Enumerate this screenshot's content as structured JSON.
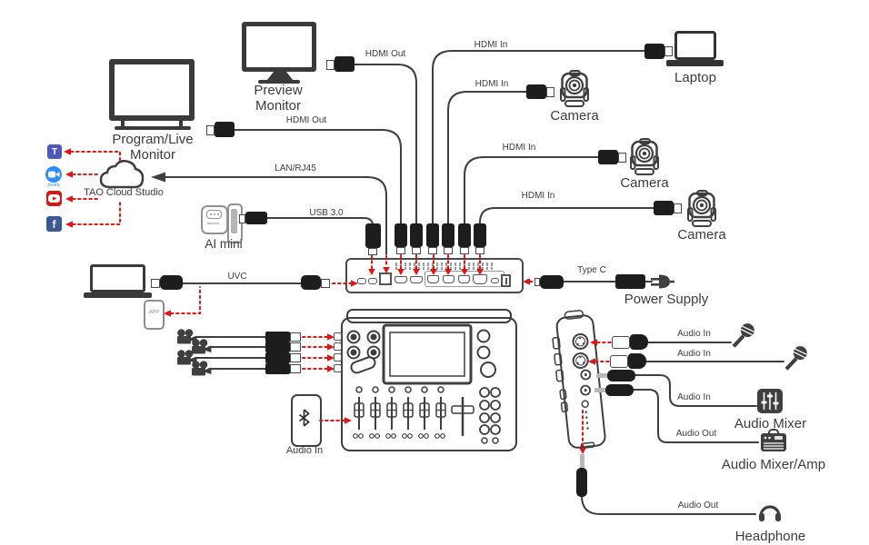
{
  "colors": {
    "line": "#3f3f3f",
    "red": "#e01414",
    "teams": "#4e58bb",
    "zoomblue": "#2d8cff",
    "youtube": "#d41717",
    "facebook": "#3b5998"
  },
  "monitors": {
    "preview": {
      "label": "Preview Monitor"
    },
    "program": {
      "label": "Program/Live Monitor"
    }
  },
  "sources": {
    "laptop": {
      "label": "Laptop"
    },
    "camera1": {
      "label": "Camera"
    },
    "camera2": {
      "label": "Camera"
    },
    "camera3": {
      "label": "Camera"
    }
  },
  "cloud": {
    "label": "TAO Cloud Studio",
    "zoom_caption": "zoom",
    "teams_glyph": "T",
    "facebook_glyph": "f"
  },
  "usb": {
    "ai_mini_label": "AI mini"
  },
  "uvc": {
    "app_label": "APP"
  },
  "power": {
    "cable_label": "Type C",
    "label": "Power Supply"
  },
  "cables": {
    "hdmi_out_preview": "HDMI Out",
    "hdmi_out_program": "HDMI Out",
    "hdmi_in_laptop": "HDMI In",
    "hdmi_in_camera1": "HDMI In",
    "hdmi_in_camera2": "HDMI In",
    "hdmi_in_camera3": "HDMI In",
    "lan": "LAN/RJ45",
    "usb3": "USB 3.0",
    "uvc": "UVC"
  },
  "audio": {
    "bluetooth_label": "Audio In",
    "mic1_label": "Audio In",
    "mic2_label": "Audio In",
    "mixer_cable": "Audio In",
    "mixer_label": "Audio Mixer",
    "amp_cable": "Audio Out",
    "amp_label": "Audio Mixer/Amp",
    "headphone_cable": "Audio Out",
    "headphone_label": "Headphone"
  }
}
